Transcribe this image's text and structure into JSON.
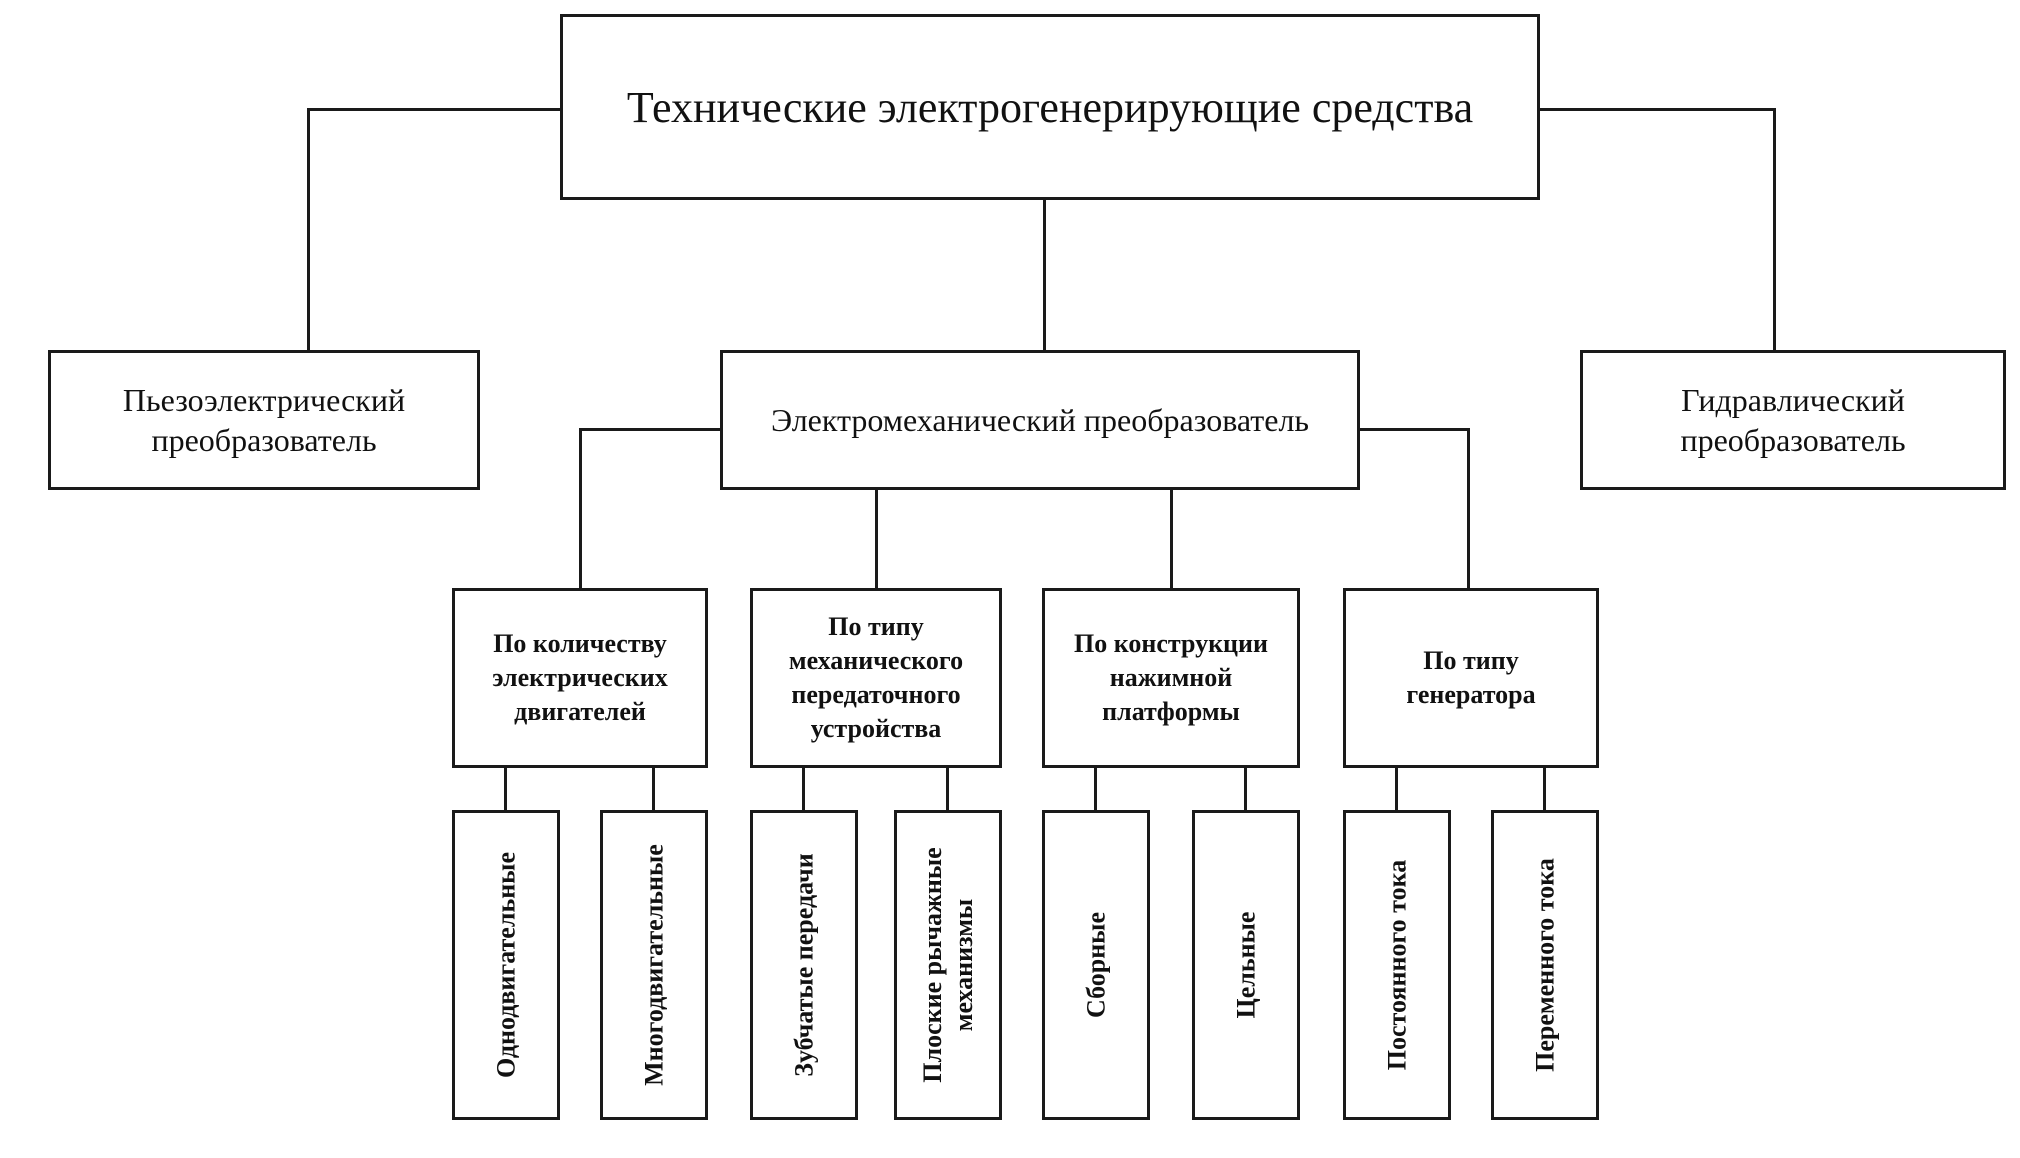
{
  "diagram": {
    "title": "Технические электрогенерирующие средства",
    "root": {
      "label": "Технические электрогенерирующие средства"
    },
    "level2": [
      {
        "id": "piezoelectric",
        "label": "Пьезоэлектрический преобразователь"
      },
      {
        "id": "electromechanical",
        "label": "Электромеханический преобразователь"
      },
      {
        "id": "hydraulic",
        "label": "Гидравлический преобразователь"
      }
    ],
    "categories": [
      {
        "label": "По количеству электрических двигателей"
      },
      {
        "label": "По типу механического передаточного устройства"
      },
      {
        "label": "По конструкции нажимной платформы"
      },
      {
        "label": "По типу генератора"
      }
    ],
    "leaves": [
      {
        "label": "Однодвигательные",
        "parent": "По количеству электрических двигателей"
      },
      {
        "label": "Многодвигательные",
        "parent": "По количеству электрических двигателей"
      },
      {
        "label": "Зубчатые передачи",
        "parent": "По типу механического передаточного устройства"
      },
      {
        "label": "Плоские рычажные механизмы",
        "parent": "По типу механического передаточного устройства"
      },
      {
        "label": "Сборные",
        "parent": "По конструкции нажимной платформы"
      },
      {
        "label": "Цельные",
        "parent": "По конструкции нажимной платформы"
      },
      {
        "label": "Постоянного тока",
        "parent": "По типу генератора"
      },
      {
        "label": "Переменного тока",
        "parent": "По типу генератора"
      }
    ],
    "colors": {
      "line": "#1a1a1a",
      "border": "#1a1a1a",
      "background": "#ffffff",
      "text": "#111111"
    }
  }
}
